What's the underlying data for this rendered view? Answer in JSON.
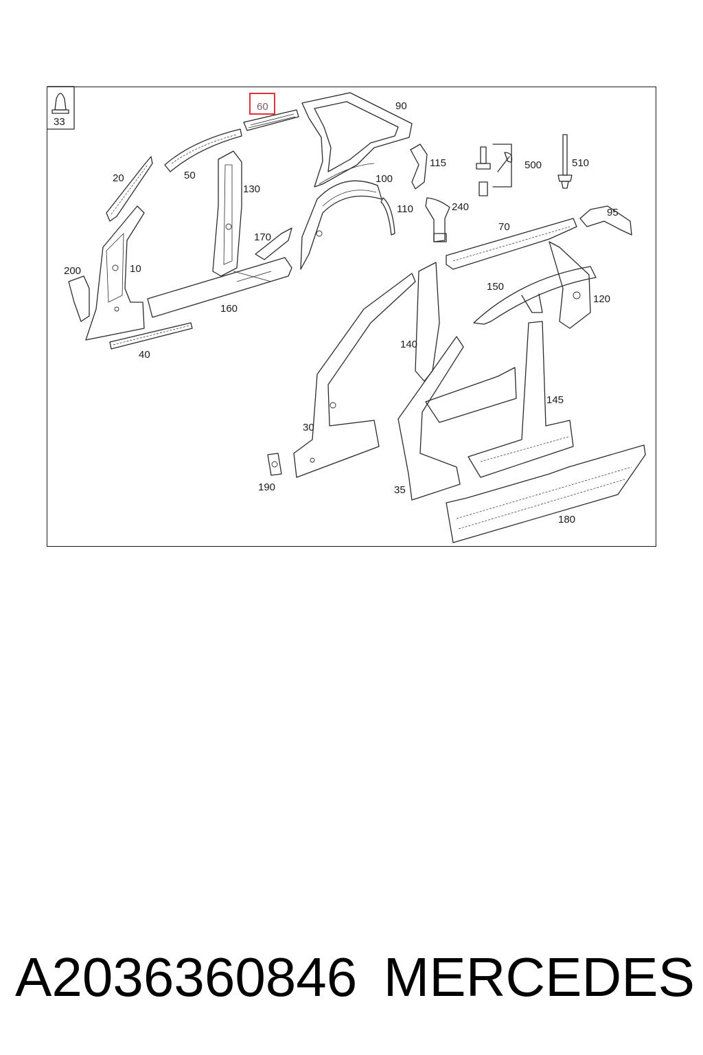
{
  "diagram": {
    "part_labels": {
      "p33": "33",
      "p60": "60",
      "p90": "90",
      "p20": "20",
      "p50": "50",
      "p130": "130",
      "p115": "115",
      "p500": "500",
      "p510": "510",
      "p100": "100",
      "p110": "110",
      "p240": "240",
      "p95": "95",
      "p70": "70",
      "p170": "170",
      "p200": "200",
      "p10": "10",
      "p160": "160",
      "p150": "150",
      "p120": "120",
      "p140": "140",
      "p40": "40",
      "p145": "145",
      "p30": "30",
      "p190": "190",
      "p35": "35",
      "p180": "180"
    },
    "highlighted_part": "60",
    "highlight_color": "#e0303a"
  },
  "caption": {
    "part_number": "A2036360846",
    "brand": "MERCEDES"
  }
}
